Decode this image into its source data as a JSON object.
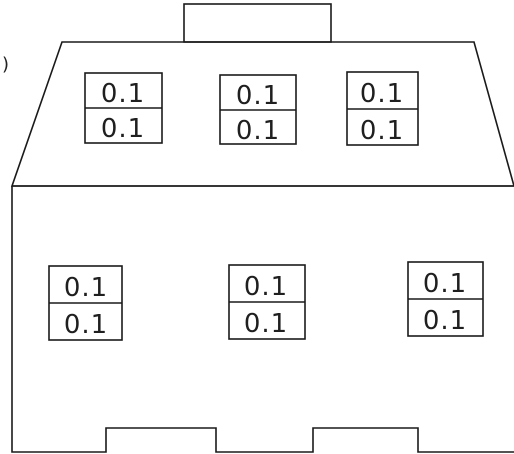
{
  "fragment": ")",
  "windows": [
    {
      "top_value": "0.1",
      "bottom_value": "0.1",
      "location": "roof-left"
    },
    {
      "top_value": "0.1",
      "bottom_value": "0.1",
      "location": "roof-middle"
    },
    {
      "top_value": "0.1",
      "bottom_value": "0.1",
      "location": "roof-right"
    },
    {
      "top_value": "0.1",
      "bottom_value": "0.1",
      "location": "wall-left"
    },
    {
      "top_value": "0.1",
      "bottom_value": "0.1",
      "location": "wall-middle"
    },
    {
      "top_value": "0.1",
      "bottom_value": "0.1",
      "location": "wall-right"
    }
  ]
}
